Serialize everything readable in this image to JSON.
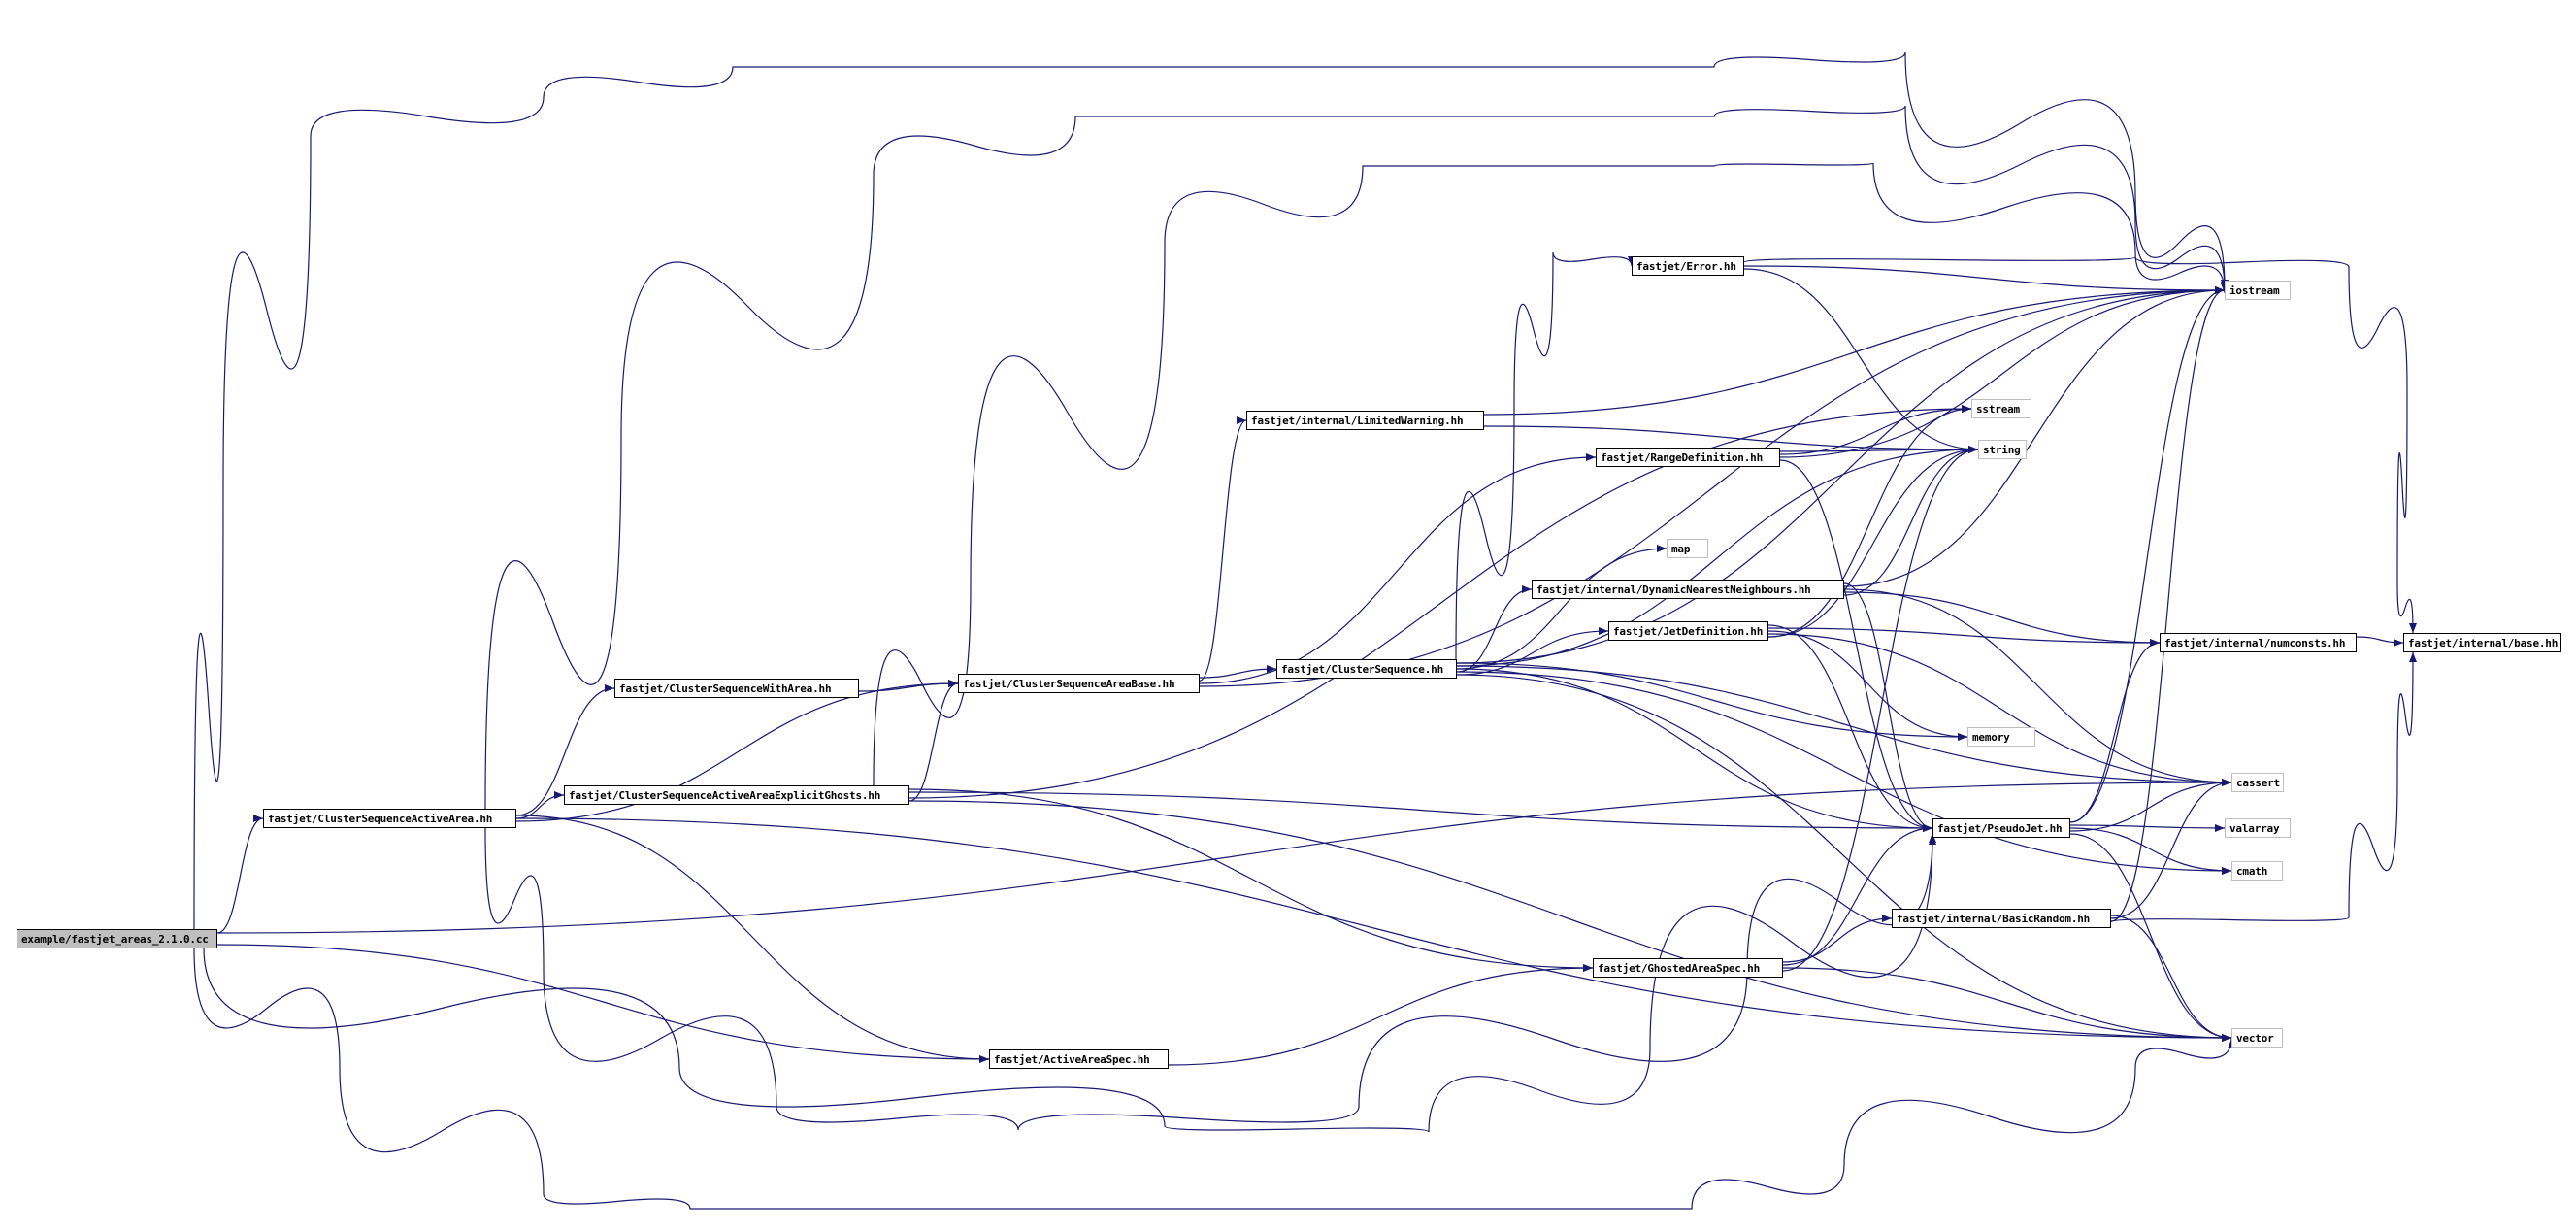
{
  "graph": {
    "title": "Include dependency graph for example/fastjet_areas_2.1.0.cc",
    "colors": {
      "edge": "#191970",
      "node_border": "#000000",
      "root_fill": "#bfbfbf",
      "external_border": "#bfbfbf"
    },
    "nodes": {
      "root": "example/fastjet_areas_2.1.0.cc",
      "csaa": "fastjet/ClusterSequenceActiveArea.hh",
      "cswa": "fastjet/ClusterSequenceWithArea.hh",
      "csaaeg": "fastjet/ClusterSequenceActiveAreaExplicitGhosts.hh",
      "csab": "fastjet/ClusterSequenceAreaBase.hh",
      "lw": "fastjet/internal/LimitedWarning.hh",
      "cs": "fastjet/ClusterSequence.hh",
      "err": "fastjet/Error.hh",
      "rd": "fastjet/RangeDefinition.hh",
      "dnn": "fastjet/internal/DynamicNearestNeighbours.hh",
      "jd": "fastjet/JetDefinition.hh",
      "pj": "fastjet/PseudoJet.hh",
      "br": "fastjet/internal/BasicRandom.hh",
      "gas": "fastjet/GhostedAreaSpec.hh",
      "aas": "fastjet/ActiveAreaSpec.hh",
      "nc": "fastjet/internal/numconsts.hh",
      "base": "fastjet/internal/base.hh",
      "iostream": "iostream",
      "sstream": "sstream",
      "string": "string",
      "map": "map",
      "memory": "memory",
      "cassert": "cassert",
      "valarray": "valarray",
      "cmath": "cmath",
      "vector": "vector"
    },
    "edges": [
      [
        "root",
        "csaa"
      ],
      [
        "root",
        "iostream"
      ],
      [
        "root",
        "vector"
      ],
      [
        "root",
        "pj"
      ],
      [
        "root",
        "aas"
      ],
      [
        "root",
        "cassert"
      ],
      [
        "csaa",
        "cswa"
      ],
      [
        "csaa",
        "csaaeg"
      ],
      [
        "csaa",
        "csab"
      ],
      [
        "csaa",
        "iostream"
      ],
      [
        "csaa",
        "pj"
      ],
      [
        "csaa",
        "aas"
      ],
      [
        "csaa",
        "vector"
      ],
      [
        "cswa",
        "csab"
      ],
      [
        "csaaeg",
        "csab"
      ],
      [
        "csaaeg",
        "gas"
      ],
      [
        "csaaeg",
        "pj"
      ],
      [
        "csaaeg",
        "iostream"
      ],
      [
        "csaaeg",
        "sstream"
      ],
      [
        "csaaeg",
        "vector"
      ],
      [
        "csab",
        "cs"
      ],
      [
        "csab",
        "lw"
      ],
      [
        "csab",
        "rd"
      ],
      [
        "csab",
        "iostream"
      ],
      [
        "lw",
        "string"
      ],
      [
        "lw",
        "iostream"
      ],
      [
        "cs",
        "err"
      ],
      [
        "cs",
        "map"
      ],
      [
        "cs",
        "dnn"
      ],
      [
        "cs",
        "jd"
      ],
      [
        "cs",
        "memory"
      ],
      [
        "cs",
        "cassert"
      ],
      [
        "cs",
        "pj"
      ],
      [
        "cs",
        "cmath"
      ],
      [
        "cs",
        "vector"
      ],
      [
        "cs",
        "iostream"
      ],
      [
        "cs",
        "string"
      ],
      [
        "err",
        "iostream"
      ],
      [
        "err",
        "string"
      ],
      [
        "err",
        "base"
      ],
      [
        "rd",
        "string"
      ],
      [
        "rd",
        "sstream"
      ],
      [
        "rd",
        "iostream"
      ],
      [
        "rd",
        "pj"
      ],
      [
        "dnn",
        "string"
      ],
      [
        "dnn",
        "pj"
      ],
      [
        "dnn",
        "iostream"
      ],
      [
        "dnn",
        "cassert"
      ],
      [
        "dnn",
        "nc"
      ],
      [
        "jd",
        "string"
      ],
      [
        "jd",
        "pj"
      ],
      [
        "jd",
        "nc"
      ],
      [
        "jd",
        "memory"
      ],
      [
        "jd",
        "cassert"
      ],
      [
        "jd",
        "sstream"
      ],
      [
        "pj",
        "iostream"
      ],
      [
        "pj",
        "valarray"
      ],
      [
        "pj",
        "cmath"
      ],
      [
        "pj",
        "cassert"
      ],
      [
        "pj",
        "vector"
      ],
      [
        "pj",
        "nc"
      ],
      [
        "br",
        "vector"
      ],
      [
        "br",
        "cassert"
      ],
      [
        "br",
        "iostream"
      ],
      [
        "br",
        "base"
      ],
      [
        "gas",
        "br"
      ],
      [
        "gas",
        "pj"
      ],
      [
        "gas",
        "vector"
      ],
      [
        "gas",
        "string"
      ],
      [
        "aas",
        "gas"
      ],
      [
        "nc",
        "base"
      ]
    ]
  }
}
